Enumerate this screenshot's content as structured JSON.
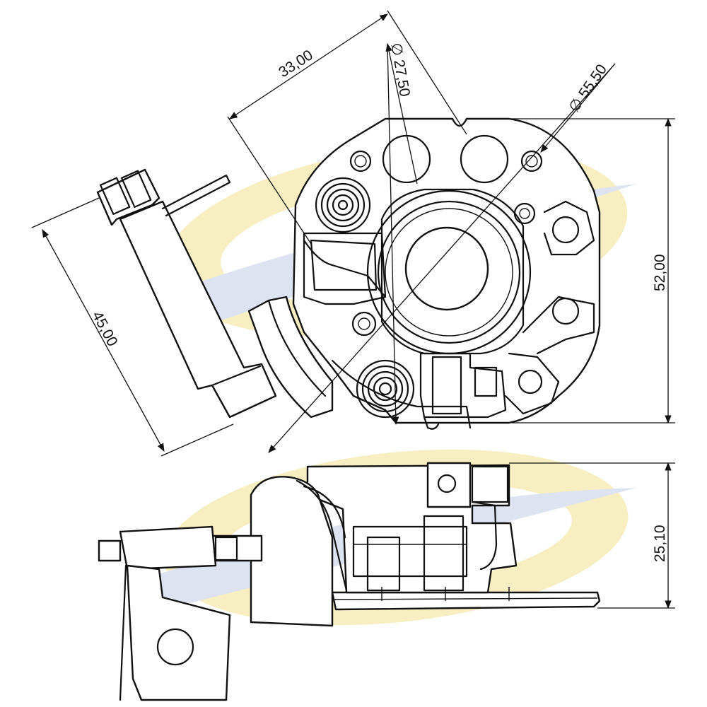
{
  "drawing": {
    "dimensions": {
      "d_33": "33,00",
      "d_27_50": "∅ 27,50",
      "d_55_50": "∅ 55,50",
      "d_52": "52,00",
      "d_45": "45,00",
      "d_25_10": "25,10"
    },
    "colors": {
      "line": "#111111",
      "watermark_yellow": "#f6ecb8",
      "watermark_blue": "#d7deef",
      "background": "#ffffff"
    }
  }
}
